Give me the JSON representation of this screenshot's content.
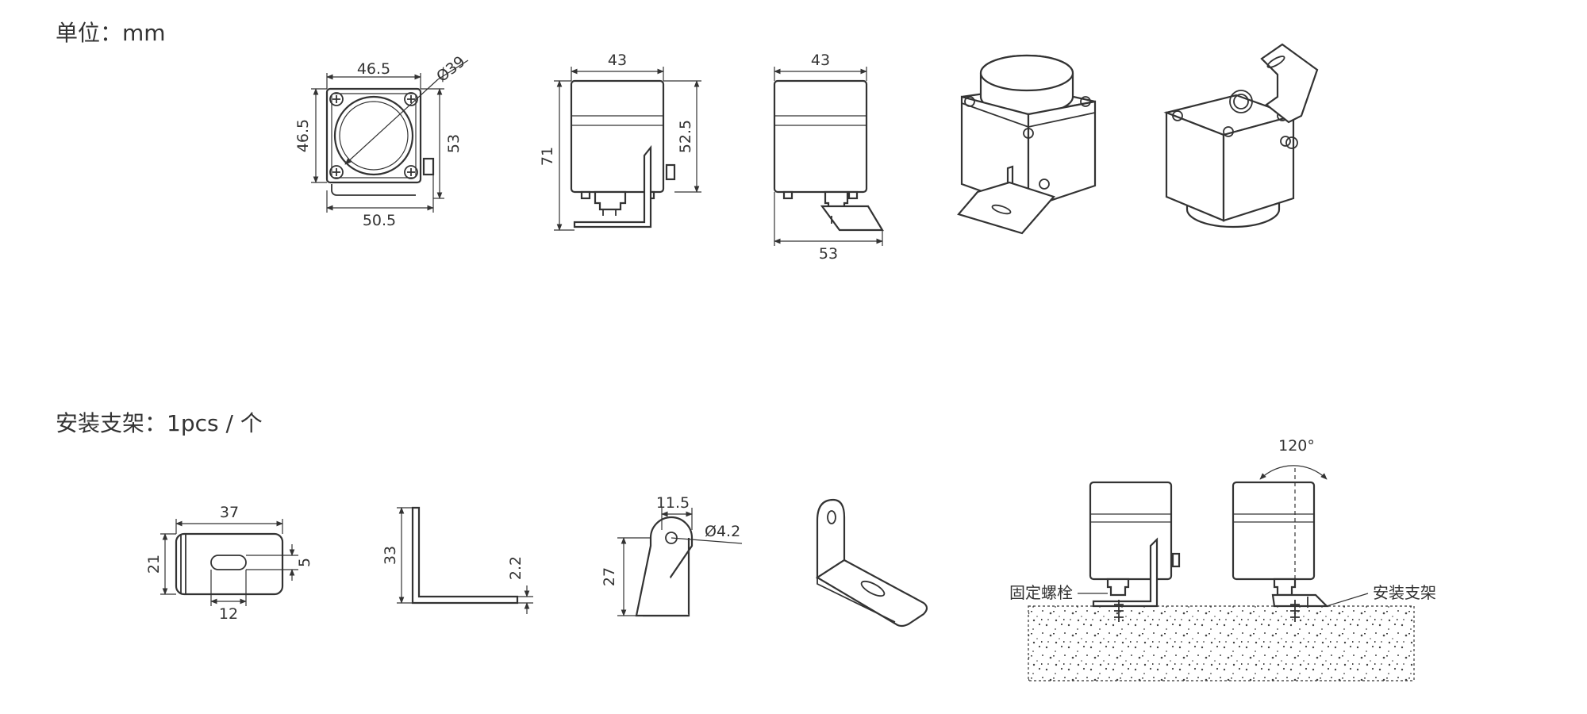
{
  "unit_label": "单位：mm",
  "bracket_label": "安装支架：1pcs / 个",
  "sensor_dims": {
    "front_width": "46.5",
    "front_height": "46.5",
    "diameter": "Ø39",
    "total_width": "50.5",
    "side_height": "53",
    "side_width": "43",
    "total_height": "71",
    "body_height": "52.5",
    "side2_width": "43",
    "base_width": "53"
  },
  "bracket_dims": {
    "length": "37",
    "height": "21",
    "slot_width": "5",
    "slot_length": "12",
    "leg_height": "33",
    "thickness": "2.2",
    "hole_offset": "11.5",
    "hole_diameter": "Ø4.2",
    "side_height": "27"
  },
  "install": {
    "angle": "120°",
    "bolt_label": "固定螺栓",
    "bracket_part_label": "安装支架"
  }
}
